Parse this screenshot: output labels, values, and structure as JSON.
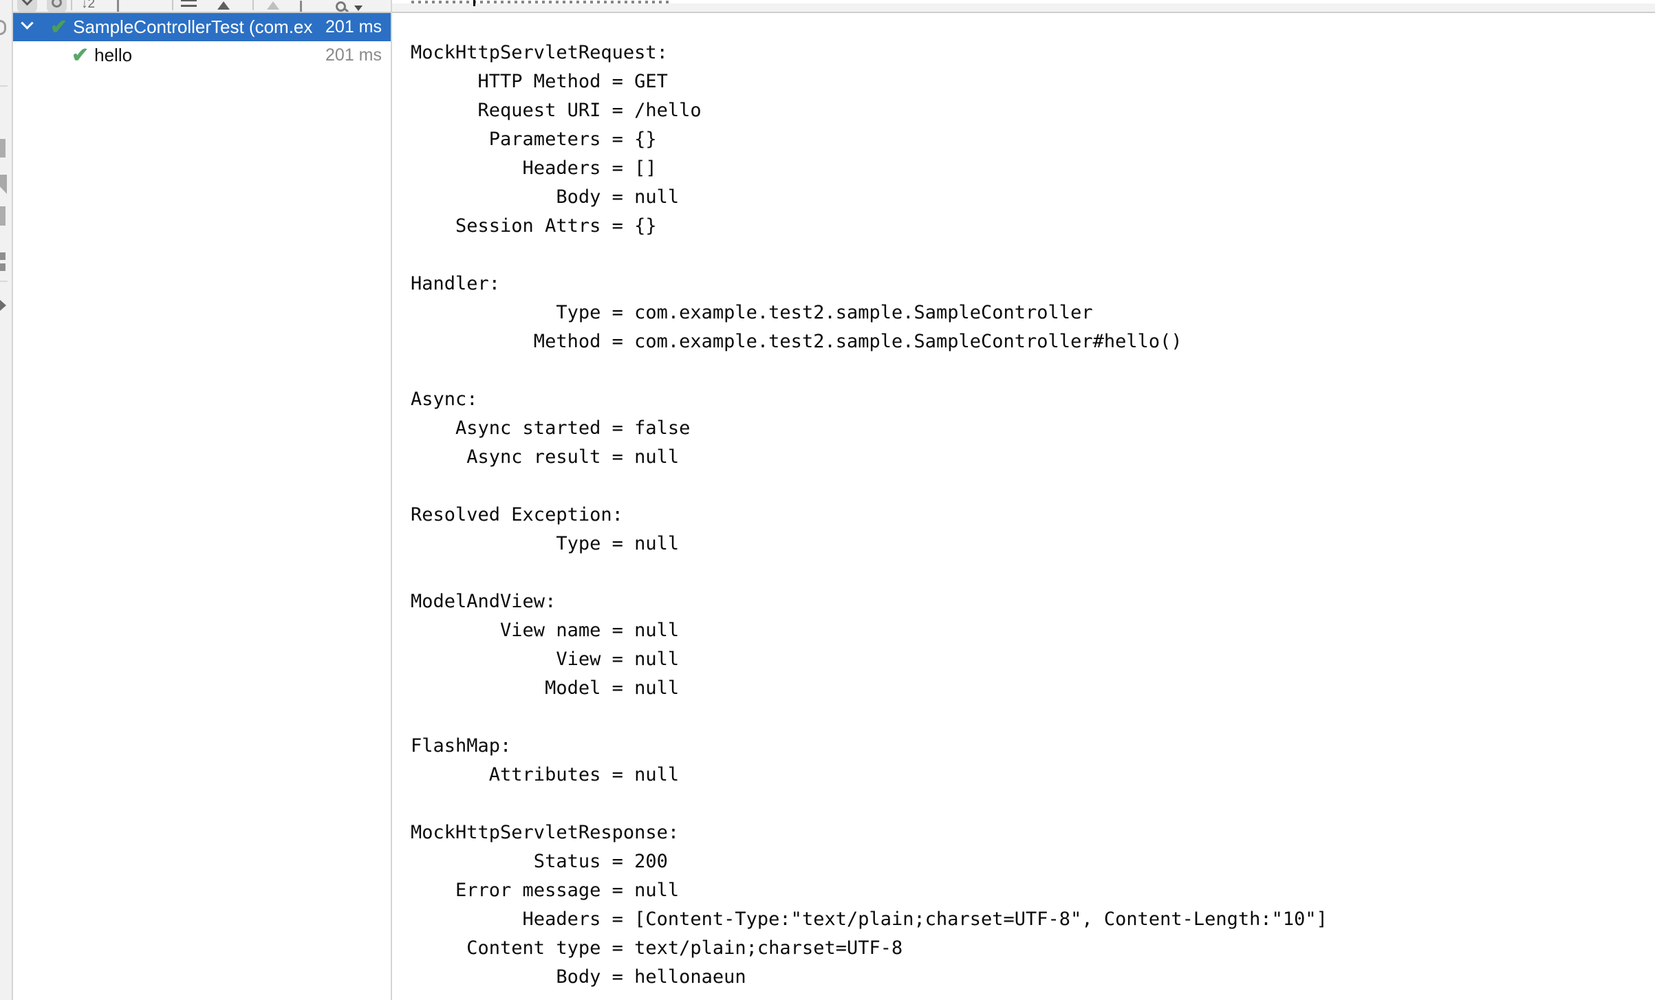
{
  "colors": {
    "selection_blue": "#2B70C5",
    "success_green": "#59A869",
    "duration_gray": "#8A8A8A",
    "toolbar_bg": "#F2F2F2",
    "divider_gray": "#D5D5D5",
    "console_text": "#0B0B0B"
  },
  "test_tree": {
    "toolbar_icons": [
      {
        "name": "filter-chevron-button"
      },
      {
        "name": "test-history-button"
      },
      {
        "name": "sort-by-duration-icon"
      },
      {
        "name": "sort-options-chevron-icon"
      },
      {
        "name": "collapse-all-button"
      },
      {
        "name": "expand-all-button"
      },
      {
        "name": "previous-failed-test-button"
      },
      {
        "name": "next-failed-test-button"
      },
      {
        "name": "search-button"
      }
    ],
    "rows": [
      {
        "label": "SampleControllerTest (com.ex",
        "duration": "201 ms",
        "status": "passed",
        "selected": true,
        "expanded": true
      },
      {
        "label": "hello",
        "duration": "201 ms",
        "status": "passed",
        "selected": false
      }
    ]
  },
  "console": {
    "lines": [
      "MockHttpServletRequest:",
      "      HTTP Method = GET",
      "      Request URI = /hello",
      "       Parameters = {}",
      "          Headers = []",
      "             Body = null",
      "    Session Attrs = {}",
      "",
      "Handler:",
      "             Type = com.example.test2.sample.SampleController",
      "           Method = com.example.test2.sample.SampleController#hello()",
      "",
      "Async:",
      "    Async started = false",
      "     Async result = null",
      "",
      "Resolved Exception:",
      "             Type = null",
      "",
      "ModelAndView:",
      "        View name = null",
      "             View = null",
      "            Model = null",
      "",
      "FlashMap:",
      "       Attributes = null",
      "",
      "MockHttpServletResponse:",
      "           Status = 200",
      "    Error message = null",
      "          Headers = [Content-Type:\"text/plain;charset=UTF-8\", Content-Length:\"10\"]",
      "     Content type = text/plain;charset=UTF-8",
      "             Body = hellonaeun"
    ]
  }
}
